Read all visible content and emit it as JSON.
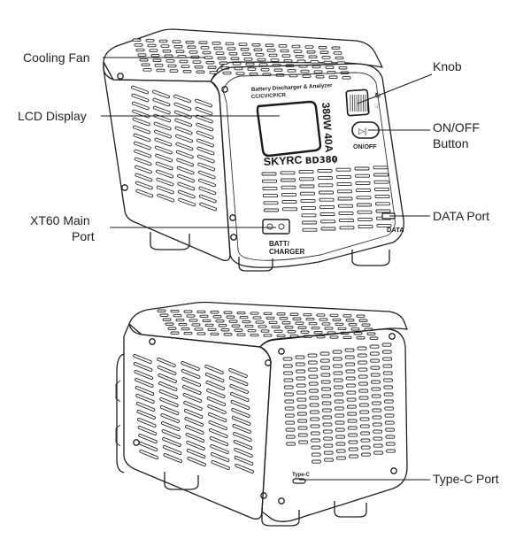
{
  "labels": {
    "cooling_fan": "Cooling Fan",
    "lcd_display": "LCD Display",
    "xt60_line1": "XT60 Main",
    "xt60_line2": "Port",
    "knob": "Knob",
    "onoff_line1": "ON/OFF",
    "onoff_line2": "Button",
    "data_port": "DATA Port",
    "typec_port": "Type-C Port"
  },
  "device": {
    "title_line1": "Battery Discharger & Analyzer",
    "title_line2": "CC/CV/CP/CR",
    "brand": "SKYRC",
    "model": "BD380",
    "power_spec": "380W 40A",
    "onoff_label": "ON/OFF",
    "batt_label_line1": "BATT/",
    "batt_label_line2": "CHARGER",
    "data_label": "DATA",
    "typec_label": "Type-C"
  },
  "colors": {
    "line": "#1f1f1f",
    "screen": "#ffffff",
    "background": "#ffffff"
  }
}
